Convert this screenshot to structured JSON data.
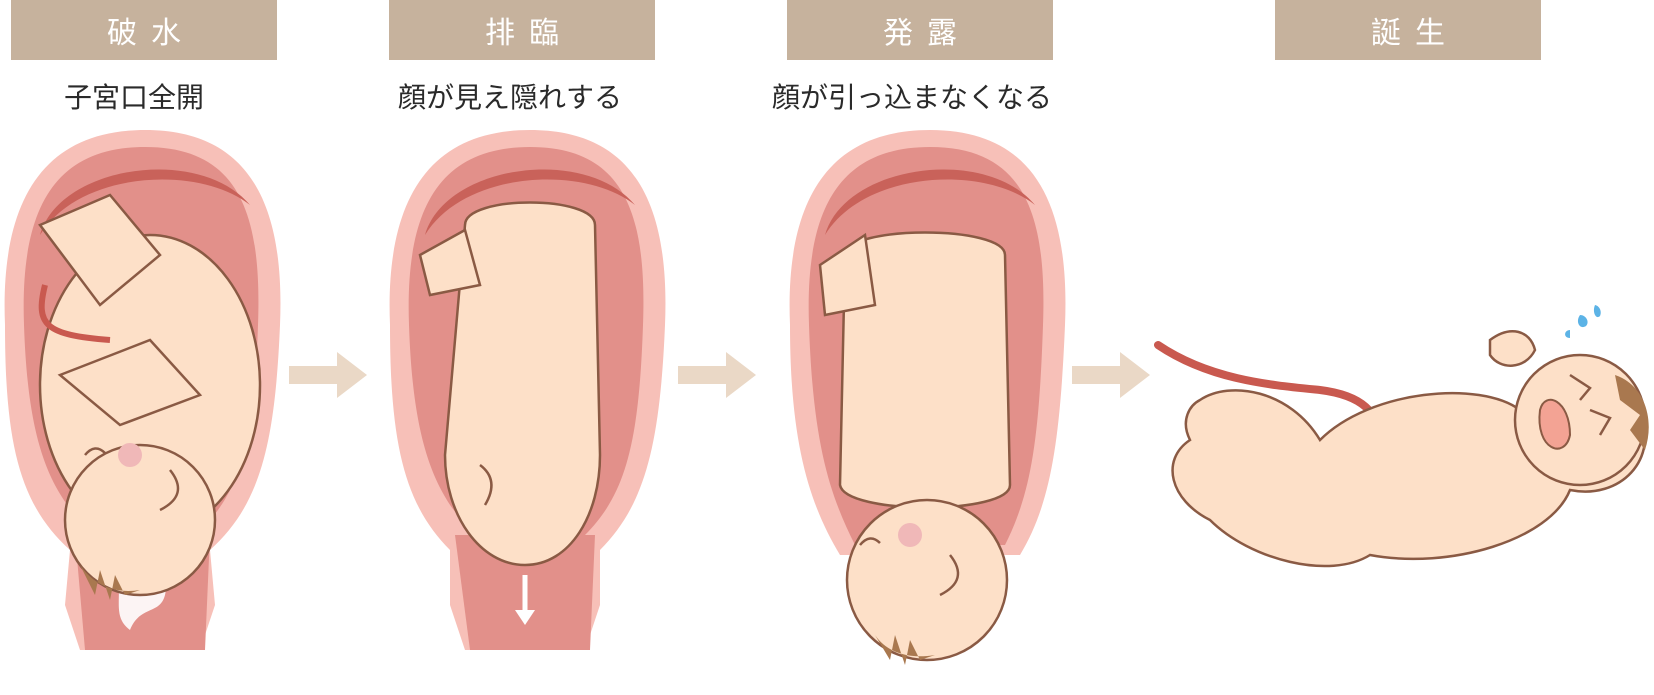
{
  "stages": [
    {
      "title": "破水",
      "caption": "子宮口全開",
      "illustration": "fetus-in-uterus-water-breaking"
    },
    {
      "title": "排臨",
      "caption": "顔が見え隠れする",
      "illustration": "fetus-descending-in-uterus"
    },
    {
      "title": "発露",
      "caption": "顔が引っ込まなくなる",
      "illustration": "fetus-head-crowning"
    },
    {
      "title": "誕生",
      "caption": "",
      "illustration": "crying-newborn-baby"
    }
  ],
  "arrows": [
    "right-arrow",
    "right-arrow",
    "right-arrow"
  ],
  "colors": {
    "header_bg": "#c6b29d",
    "header_text": "#ffffff",
    "arrow": "#ead8c6",
    "uterus_outer": "#f7c0b8",
    "uterus_inner": "#e2908a",
    "uterus_wall": "#c9625a",
    "skin": "#fde0c8",
    "outline": "#8a5a44",
    "hair": "#a9784f",
    "cord": "#c9594f",
    "cheek": "#f0b8b8",
    "tears": "#5cb3e6"
  }
}
